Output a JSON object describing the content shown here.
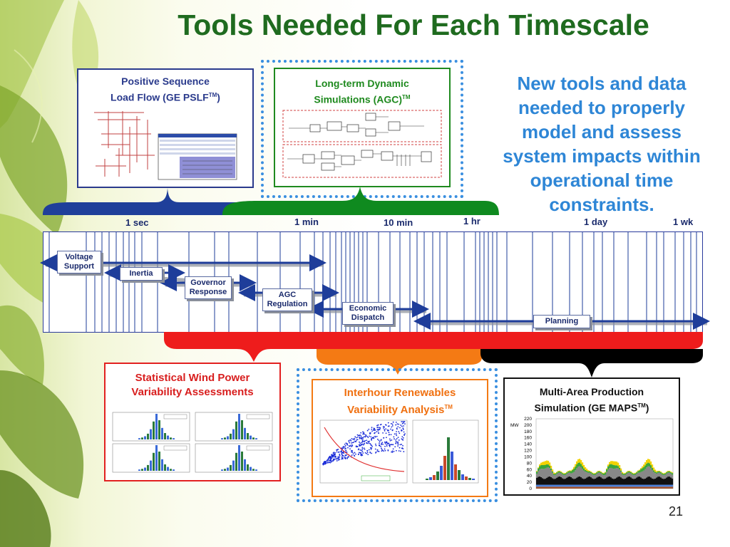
{
  "title": "Tools Needed For Each Timescale",
  "note": "New tools and data needed to properly model and assess system impacts within operational time constraints.",
  "page_number": "21",
  "top_boxes": {
    "pslf": {
      "line1": "Positive Sequence",
      "line2": "Load Flow (GE PSLF",
      "tm": "TM",
      "line2_end": ")"
    },
    "dyn": {
      "line1": "Long-term Dynamic",
      "line2": "Simulations (AGC)",
      "tm": "TM"
    }
  },
  "bottom_boxes": {
    "wind": {
      "line1": "Statistical Wind Power",
      "line2": "Variability Assessments"
    },
    "interhour": {
      "line1": "Interhour Renewables",
      "line2": "Variability Analysis",
      "tm": "TM"
    },
    "maps": {
      "line1": "Multi-Area Production",
      "line2": "Simulation (GE MAPS",
      "tm": "TM",
      "line2_end": ")",
      "ylabel": "MW",
      "yticks": [
        "220",
        "200",
        "180",
        "160",
        "140",
        "120",
        "100",
        "80",
        "60",
        "40",
        "20",
        "0"
      ]
    }
  },
  "timescale_labels": [
    "1 sec",
    "1 min",
    "10 min",
    "1 hr",
    "1 day",
    "1 wk"
  ],
  "timeline_items": [
    "Voltage Support",
    "Inertia",
    "Governor Response",
    "AGC Regulation",
    "Economic Dispatch",
    "Planning"
  ],
  "colors": {
    "title": "#1f6b1f",
    "note": "#2e86d6",
    "brace_blue": "#1f3f9a",
    "brace_green": "#0f8a1f",
    "brace_red": "#ee1c1c",
    "brace_orange": "#f47a14",
    "brace_black": "#000000"
  }
}
